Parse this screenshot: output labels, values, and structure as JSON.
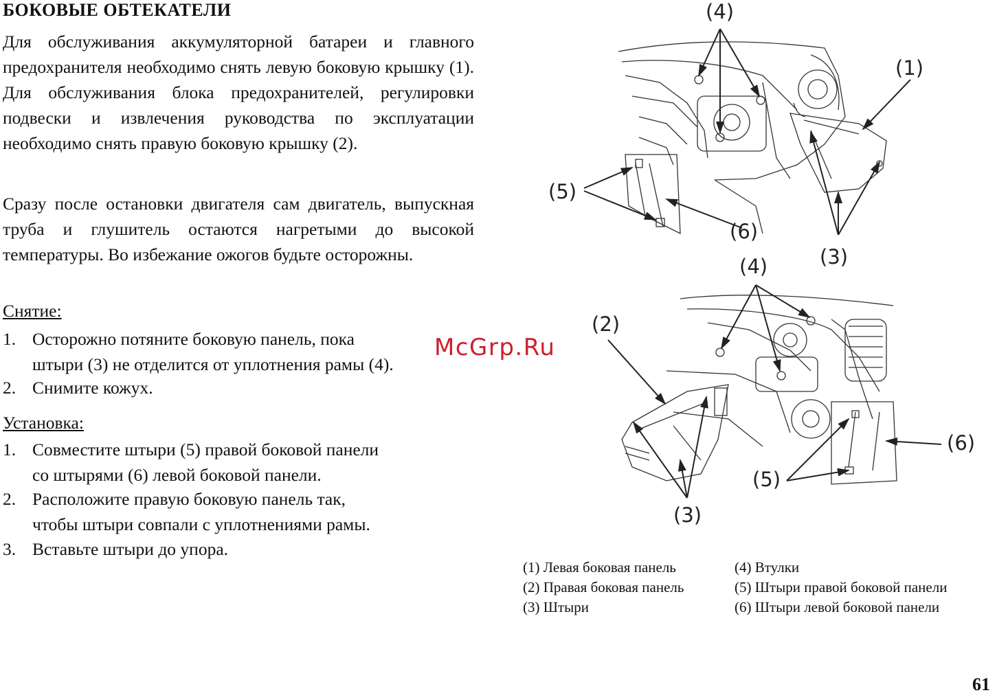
{
  "title": "БОКОВЫЕ ОБТЕКАТЕЛИ",
  "paragraph1": "Для обслуживания аккумуляторной батареи и главного предохранителя необходимо снять левую боковую крышку (1). Для обслуживания блока предохранителей, регулировки подвески и извлечения руководства по эксплуатации необходимо снять правую боковую крышку (2).",
  "paragraph2": "Сразу после остановки двигателя сам двигатель, выпускная труба и глушитель остаются нагретыми до высокой температуры. Во избежание ожогов будьте осторожны.",
  "removal": {
    "heading": "Снятие:",
    "steps": [
      {
        "num": "1.",
        "line1": "Осторожно потяните боковую панель, пока",
        "line2": "штыри (3) не отделится от уплотнения рамы (4)."
      },
      {
        "num": "2.",
        "line1": "Снимите кожух."
      }
    ]
  },
  "installation": {
    "heading": "Установка:",
    "steps": [
      {
        "num": "1.",
        "line1": "Совместите штыри (5) правой боковой панели",
        "line2": "со штырями (6) левой боковой панели."
      },
      {
        "num": "2.",
        "line1": "Расположите правую боковую панель так,",
        "line2": "чтобы штыри совпали с уплотнениями рамы."
      },
      {
        "num": "3.",
        "line1": "Вставьте штыри до упора."
      }
    ]
  },
  "watermark": "McGrp.Ru",
  "figure_callouts": {
    "top": {
      "c4": "(4)",
      "c1": "(1)",
      "c5": "(5)",
      "c6": "(6)",
      "c3": "(3)"
    },
    "bottom": {
      "c4": "(4)",
      "c2": "(2)",
      "c6": "(6)",
      "c5": "(5)",
      "c3": "(3)"
    }
  },
  "legend": {
    "left": [
      "(1) Левая боковая панель",
      "(2) Правая боковая панель",
      "(3) Штыри"
    ],
    "right": [
      "(4) Втулки",
      "(5) Штыри правой боковой панели",
      "(6) Штыри левой боковой панели"
    ]
  },
  "page_number": "61",
  "colors": {
    "text": "#111111",
    "watermark": "#cc1f2d",
    "line_art": "#333333"
  }
}
